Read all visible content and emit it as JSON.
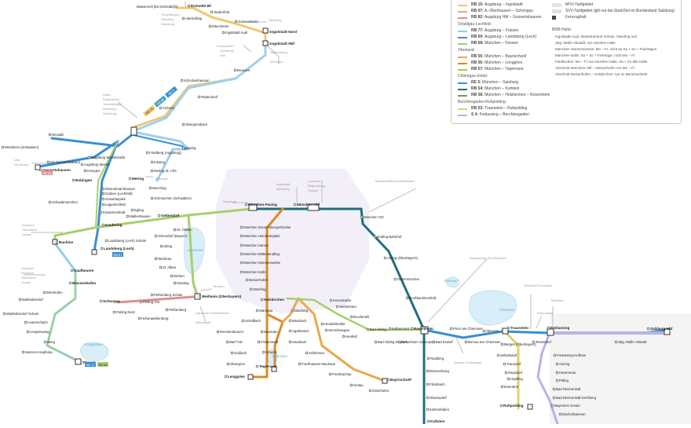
{
  "colors": {
    "line_blue_light": "#7fbfe6",
    "line_blue": "#3a8fd0",
    "line_green": "#a8cf6c",
    "line_orange": "#f0b060",
    "line_teal": "#1f6f7a",
    "line_purple": "#b7b3e6",
    "line_grey": "#c0c0c0",
    "line_pink": "#e8a0a0",
    "station_label": "#222222",
    "ghost_label": "#8a8a8a",
    "lake": "#d8eef8"
  },
  "legend": {
    "col1_lines": [
      {
        "code": "RB 15:",
        "text": "Augsburg – Ingolstadt",
        "color": "#f0c86a"
      },
      {
        "code": "RB 67:",
        "text": "A.-Oberhausen – Schongau",
        "color": "#f29b9b"
      },
      {
        "code": "RB 82:",
        "text": "Augsburg Hbf – Gessertshausen",
        "color": "#e09090"
      }
    ],
    "head_ostallgaeu": "Ostallgäu-Lechfeld:",
    "col1_lines_b": [
      {
        "code": "RB 77:",
        "text": "Augsburg – Füssen",
        "color": "#8fd0e6"
      },
      {
        "code": "RB 69:",
        "text": "Augsburg – Landsberg (Lech)",
        "color": "#3a8fd0"
      },
      {
        "code": "RB 68:",
        "text": "München – Füssen",
        "color": "#a8cf6c"
      }
    ],
    "head_oberland": "Oberland:",
    "col1_lines_c": [
      {
        "code": "RB 55:",
        "text": "München – Bayrischzell",
        "color": "#e9a94c"
      },
      {
        "code": "RB 56:",
        "text": "München – Lenggries",
        "color": "#d98b2b"
      },
      {
        "code": "RB 57:",
        "text": "München – Tegernsee",
        "color": "#c0c040"
      }
    ],
    "head_chiemgau": "Chiemgau-Inntal:",
    "col1_lines_d": [
      {
        "code": "RE 5:",
        "text": "München – Salzburg",
        "color": "#3a8fd0"
      },
      {
        "code": "RB 54:",
        "text": "München – Kufstein",
        "color": "#1f6f7a"
      },
      {
        "code": "RB 58:",
        "text": "München – Holzkirchen – Rosenheim",
        "color": "#7a9a40"
      }
    ],
    "head_berchtes": "Berchtesgaden-Ruhpolding:",
    "col1_lines_e": [
      {
        "code": "RB 53:",
        "text": "Traunstein – Ruhpolding",
        "color": "#e0d070"
      },
      {
        "code": "S 4:",
        "text": "Freilassing – Berchtesgaden",
        "color": "#b7b3e6"
      }
    ],
    "col2_items": [
      {
        "text": "MVV-Tarifgebiet",
        "color": "#e8e0f0"
      },
      {
        "text": "SVV-Tarifgebiet (gilt nur bei Start/Ziel im Bundesland Salzburg)",
        "color": "#e0e0e0"
      },
      {
        "text": "Fernzughalt",
        "color": "#444444"
      }
    ],
    "col2_notes_head": "BRB-Halte:",
    "col2_notes": [
      "Ingolstadt-Audi, Marktoberdorf Schule, Otterfing und",
      "Sbg.-Mülln-Altstadt: nur einzelne Halte",
      "München Siemenswerke: Mo – Fr, nicht an Sa + So + Feiertagen",
      "München-Solln: Sa + So + Feiertage, nicht Mo – Fr",
      "Feldkirchen: Mo – Fr nur einzelne Halte, Sa + So alle Halte",
      "Abschnitt München Hbf – Deisenhofen nur Mo – Fr",
      "Abschnitt Deisenhofen – Holzkirchen: nur im Berufsverkehr"
    ]
  },
  "stations": {
    "wasserzell": "Wasserzell (bei Eichstätt)",
    "eichstaett": "Eichstätt Bf.",
    "adelschlag": "Adelschlag",
    "tauberfeld": "Tauberfeld",
    "gaimersheim": "Gaimersheim",
    "eitensheim": "Eitensheim",
    "ingolstadt_audi": "Ingolstadt Audi",
    "ingolstadt_nord": "Ingolstadt Nord",
    "ingolstadt_hbf": "Ingolstadt Hbf",
    "brunnen": "Brunnen",
    "schrobenhausen": "Schrobenhausen",
    "radersdorf": "Radersdorf",
    "aichach": "Aichach",
    "obergriesbach": "Obergriesbach",
    "dasing": "Dasing",
    "friedberg": "Friedberg (Augsburg)",
    "kissing": "Kissing",
    "mering_st_afra": "Mering-St. Afra",
    "mering": "Mering",
    "merching": "Merching",
    "schmiechen": "Schmiechen (Schwaben)",
    "egling": "Egling",
    "walleshausen": "Walleshausen",
    "neusaess": "Neusäß",
    "westheim": "Westheim (Schwaben)",
    "diedorf": "Diedorf (Schwaben)",
    "gessertshausen": "Gessertshausen",
    "augsburg_oberhausen": "A.-Oberhausen",
    "augsburg_hbf": "Augsburg Hbf",
    "augsburg_haunstetter": "A.-Haunstetter Str.",
    "augsburg_morellstr": "Augsburg Morellstraße",
    "augsburg_messe": "Augsburg Messe",
    "inningen": "Inningen",
    "bobingen": "Bobingen",
    "oberottmarshausen": "Oberottmarshausen",
    "graben": "Graben (Lechfeld)",
    "gewerbepark": "Gewerbepark",
    "lagerlechfeld": "Lagerlechfeld",
    "klosterlechfeld": "Klosterlechfeld",
    "schwabmuenchen": "Schwabmünchen",
    "kaufering": "Kaufering",
    "geltendorf": "Geltendorf",
    "buchloe": "Buchloe",
    "landsberg_schule": "Landsberg (Lech) Schule",
    "landsberg": "Landsberg (Lech)",
    "kaufbeuren": "Kaufbeuren",
    "biessenhofen": "Biessenhofen",
    "ebenhofen": "Ebenhofen",
    "marktoberdorf": "Marktoberdorf",
    "marktoberdorf_schule": "Marktoberdorf Schule",
    "leutenschach": "Leuterschach",
    "lengenwang": "Lengenwang",
    "seeg": "Seeg",
    "weizern": "Weizern-Hopferau",
    "fuessen": "Füssen",
    "st_ottilien": "St. Ottilien",
    "schondorf": "Schondorf (Bayern)",
    "utting": "Utting",
    "riederau": "Riederau",
    "st_alban": "St. Alban",
    "diessen": "Dießen",
    "raisting": "Raisting",
    "pessenberg_schule": "Peißenberg Schule",
    "weilheim": "Weilheim (Oberbayern)",
    "schongau": "Schongau",
    "peiting_ost": "Peiting Ost",
    "peiting_nord": "Peiting Nord",
    "huglfing": "Hohenpeißenberg",
    "peissenberg": "Peißenberg",
    "ammersee": "Ammersee",
    "forggensee": "Forggensee",
    "muenchen_pasing": "München-Pasing",
    "muenchen_hbf": "München Hbf",
    "muenchen_ost": "München Ost",
    "grafing": "Grafing Bahnhof",
    "aßling": "Aßling (Oberbayern)",
    "ostermuenchen": "Ostermünchen",
    "grosskarolinenfeld": "Großkarolinenfeld",
    "rosenheim": "Rosenheim",
    "donnersberger": "München Donnersbergerbrücke",
    "heimeranplatz": "München Heimeranplatz",
    "harras": "München Harras",
    "mittersendling": "München-Mittersendling",
    "siemenswerke": "München Siemenswerke",
    "solln": "München-Solln",
    "deisenhofen": "Deisenhofen",
    "otterfing": "Otterfing",
    "holzkirchen": "Holzkirchen",
    "warngau": "Warngau",
    "schaftlach": "Schaftlach",
    "reichersbeuern": "Reichersbeuern",
    "bad_toelz": "Bad Tölz",
    "gaissach": "Gaißach",
    "obergries": "Obergries",
    "lenggries": "Lenggries",
    "moosrain": "Moosrain",
    "finsterwald": "Finsterwald",
    "gmund": "Gmund",
    "tegernsee": "Tegernsee",
    "darching": "Darching",
    "miesbach": "Miesbach",
    "agatharied": "Agatharied",
    "hausham": "Hausham",
    "schliersee": "Schliersee",
    "fischhausen_neuhaus": "Fischhausen-Neuhaus",
    "fischbachau": "Fischbachau",
    "geitau": "Geitau",
    "osterhofen": "Osterhofen",
    "bayrischzell": "Bayrischzell",
    "kreuzstrasse": "Kreuzstraße",
    "westerham": "Westerham",
    "bruckmuehl": "Bruckmühl",
    "heufeldmuehle": "Heufeldmühle",
    "hinrichssegen": "Hinrichssegen",
    "heufeld": "Heufeld",
    "bad_aibling": "Bad Aibling",
    "bad_aibling_kurpark": "Bad Aibling Kurpark",
    "kolbermoor": "Kolbermoor",
    "rosenheim_aicherpark": "Rosenheim Aicherpark",
    "bad_endorf": "Bad Endorf",
    "prien": "Prien am Chiemsee",
    "bernau": "Bernau am Chiemsee",
    "uebersee": "Übersee",
    "traunstein": "Traunstein",
    "bergen": "Bergen (Oberbayern)",
    "teisendorf": "Teisendorf",
    "freilassing": "Freilassing",
    "salzburg_hbf": "Salzburg Hbf",
    "sbg_muelln": "Sbg.-Mülln-Altstadt",
    "raubling": "Raubling",
    "brannenburg": "Brannenburg",
    "flintsbach": "Flintsbach",
    "oberaudorf": "Oberaudorf",
    "kiefersfelden": "Kiefersfelden",
    "kufstein": "Kufstein",
    "seibelsdorf": "Seibelsdorf",
    "traundorf": "Traundorf",
    "siegsdorf": "Siegsdorf",
    "hoeplling": "Höpfling",
    "eisenaerzt": "Eisenärzt",
    "ruhpolding": "Ruhpolding",
    "freilassing_hofham": "Freilassing-Hofham",
    "ainring": "Ainring",
    "hammerau": "Hammerau",
    "piding": "Piding",
    "bad_reichenhall": "Bad Reichenhall",
    "bad_reichenhall_kirchberg": "Bad Reichenhall-Kirchberg",
    "bayerisch_gmain": "Bayerisch Gmain",
    "bischofswiesen": "Bischofswiesen",
    "chiemsee": "Chiemsee",
    "simssee": "Simssee",
    "tegernsee_lake": "Tegernsee"
  },
  "ghost_labels": {
    "treuchtlingen": "Treuchtlingen",
    "nuernberg1": "Nürnberg",
    "wuerzburg1": "Würzburg",
    "nuernberg2": "Nürnberg",
    "regensburg1": "Regensburg",
    "muenchen1": "München",
    "donauwoerth": "Donauwörth",
    "guenzburg": "Günzburg",
    "ulm1": "Ulm",
    "aalen": "Aalen",
    "donauwoerth2": "Donauwörth",
    "treuchtlingen2": "Treuchtlingen",
    "nuernberg3": "Nürnberg",
    "wuerzburg2": "Würzburg",
    "ulm2": "Ulm",
    "guenzburg2": "Günzburg",
    "muenchen2": "München",
    "ingolstadt_g": "Ingolstadt",
    "nuernberg4": "Nürnberg",
    "landshut": "Landshut",
    "regensburg2": "Regensburg",
    "passau": "Passau",
    "augsburg_g": "Augsburg",
    "muehldorf": "Mühldorf/München/Mühldorf",
    "memmingen": "Kempten",
    "oberstdorf": "Oberstdorf",
    "lindau": "Lindau",
    "kempten": "Kempten",
    "kempten2": "Kempten",
    "oberstdorf2": "Oberstdorf",
    "lindau2": "Lindau",
    "garmisch": "Murnau",
    "garmisch2": "Garmisch-Partenkirchen",
    "mittenwald": "Mittenwald",
    "wasserburg": "Wasserburg (Inn) Bahnhof",
    "muehldorf2": "Mühldorf/Traunstein",
    "muehldorf3": "Mühldorf",
    "aschau": "Aschau (Chiemgau)",
    "bad_reichenhall_g": "Bad Reichenhall",
    "bad_reichenhall_g2": "Bad Reichenhall",
    "ruhpolding_g": "Ruhpolding"
  },
  "chips": {
    "re9": "RE 9",
    "rb89": "RB 89",
    "rb15": "RB 15",
    "rb77": "RB 77",
    "rb68": "RB 68",
    "rb87": "RB 87",
    "rb82": "RB 82"
  }
}
